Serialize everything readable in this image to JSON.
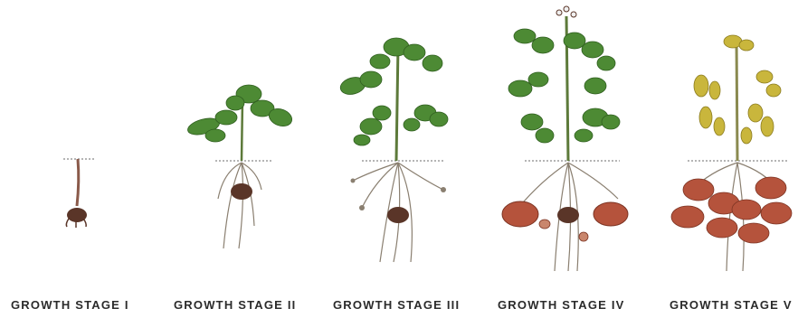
{
  "stages": [
    {
      "label": "GROWTH STAGE I",
      "icon": "seed-potato-sprout-icon"
    },
    {
      "label": "GROWTH STAGE II",
      "icon": "young-potato-plant-icon"
    },
    {
      "label": "GROWTH STAGE III",
      "icon": "potato-plant-stolons-icon"
    },
    {
      "label": "GROWTH STAGE IV",
      "icon": "potato-plant-tuber-initiation-icon"
    },
    {
      "label": "GROWTH STAGE V",
      "icon": "potato-plant-maturation-icon"
    }
  ],
  "colors": {
    "leaf": "#4d8a34",
    "leaf_dark": "#2f5e1f",
    "stem": "#5d7a3a",
    "root": "#8a7f70",
    "tuber": "#b5533c",
    "tuber_dark": "#7c3322",
    "seed": "#5a3528",
    "yellow_leaf": "#c9b63c",
    "sprout": "#8a5a4a"
  }
}
